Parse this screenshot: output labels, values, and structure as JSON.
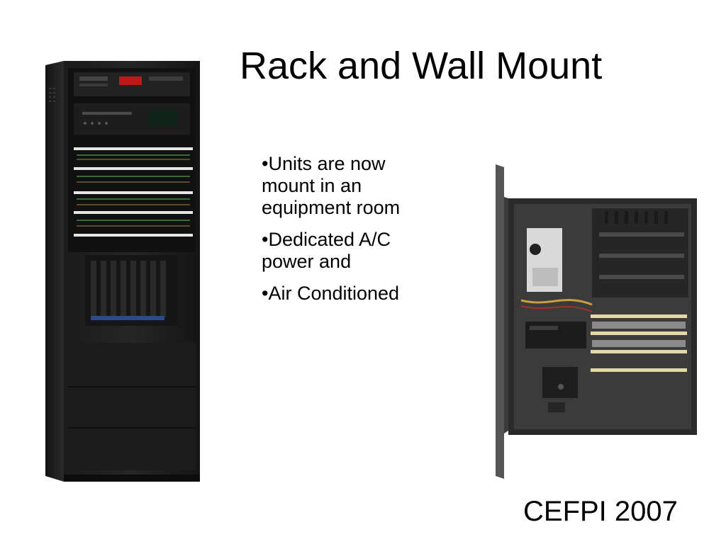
{
  "slide": {
    "title": "Rack and Wall Mount",
    "bullets": [
      "•Units are now mount in an equipment room",
      "•Dedicated A/C power and",
      "•Air Conditioned"
    ],
    "footer": "CEFPI 2007"
  },
  "images": {
    "rack": "equipment-rack-photo",
    "wall": "wall-mount-cabinet-photo"
  }
}
